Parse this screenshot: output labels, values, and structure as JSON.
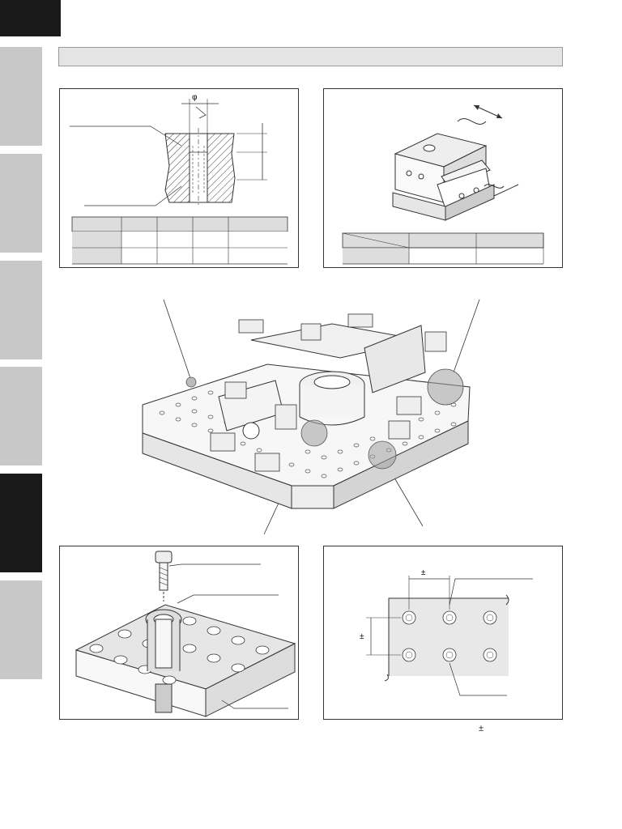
{
  "page": {
    "nav_tabs": [
      {
        "id": "tab-1",
        "active": false
      },
      {
        "id": "tab-2",
        "active": false
      },
      {
        "id": "tab-3",
        "active": false
      },
      {
        "id": "tab-4",
        "active": false
      },
      {
        "id": "tab-5",
        "active": true
      },
      {
        "id": "tab-6",
        "active": false
      }
    ]
  },
  "figures": {
    "bushing_section": {
      "phi_symbol": "φ"
    },
    "hole_pattern": {
      "tol_top": "±",
      "tol_left": "±"
    }
  },
  "footnote": {
    "tolerance_symbol": "±"
  },
  "colors": {
    "tab_inactive": "#c8c8c8",
    "tab_active": "#1a1a1a",
    "title_bar": "#e4e4e4",
    "highlight_gray": "#a0a0a0",
    "plate_shade": "#e6e6e6"
  }
}
